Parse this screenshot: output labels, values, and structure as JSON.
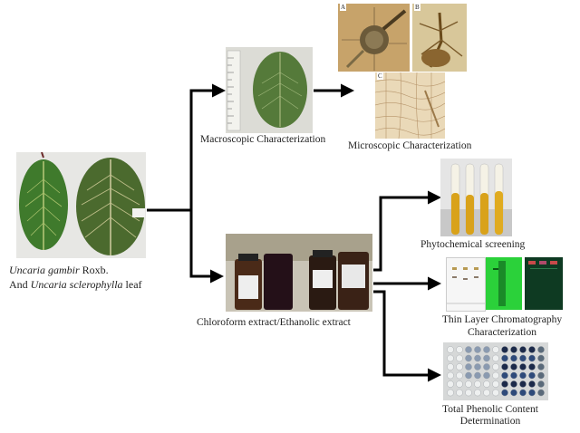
{
  "source": {
    "name_line1_italic": "Uncaria gambir",
    "name_line1_plain": " Roxb.",
    "name_line2_plain": "And ",
    "name_line2_italic": "Uncaria sclerophylla",
    "name_line2_suffix": " leaf"
  },
  "nodes": {
    "macroscopic": "Macroscopic Characterization",
    "microscopic": "Microscopic Characterization",
    "extract": "Chloroform extract/Ethanolic extract",
    "phytochemical": "Phytochemical screening",
    "tlc_line1": "Thin Layer Chromatography",
    "tlc_line2": "Characterization",
    "phenolic_line1": "Total Phenolic Content",
    "phenolic_line2": "Determination"
  },
  "micro_panel_letters": [
    "A",
    "B",
    "C"
  ],
  "colors": {
    "arrow": "#000000",
    "leaf_green": "#3f7a2c",
    "leaf_dark": "#4b6a2e",
    "extract_dark": "#2a1a12",
    "phyto_yellow": "#d9a21a",
    "tlc_green": "#2bd13a"
  }
}
